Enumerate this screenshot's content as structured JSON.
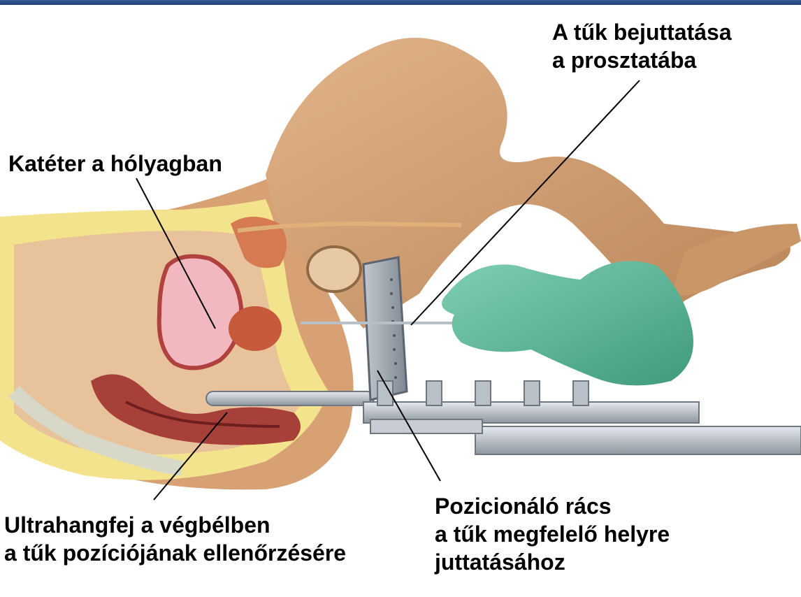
{
  "labels": {
    "needle_insertion": {
      "lines": [
        "A tűk bejuttatása",
        "a prosztatába"
      ]
    },
    "catheter": {
      "lines": [
        "Katéter a hólyagban"
      ]
    },
    "ultrasound_probe": {
      "lines": [
        "Ultrahangfej a végbélben",
        "a tűk pozíciójának ellenőrzésére"
      ]
    },
    "positioning_grid": {
      "lines": [
        "Pozicionáló rács",
        "a tűk megfelelő helyre",
        "juttatásához"
      ]
    }
  },
  "colors": {
    "skin": "#d9a878",
    "skin_shadow": "#b8865a",
    "bladder": "#f2b8c0",
    "fat_layer": "#f3e38c",
    "muscle": "#b0413e",
    "glove": "#5fb89a",
    "grid_metal": "#9aa3ad",
    "header_bar": "#2a4a82"
  },
  "icons": [
    "anatomy-illustration"
  ]
}
